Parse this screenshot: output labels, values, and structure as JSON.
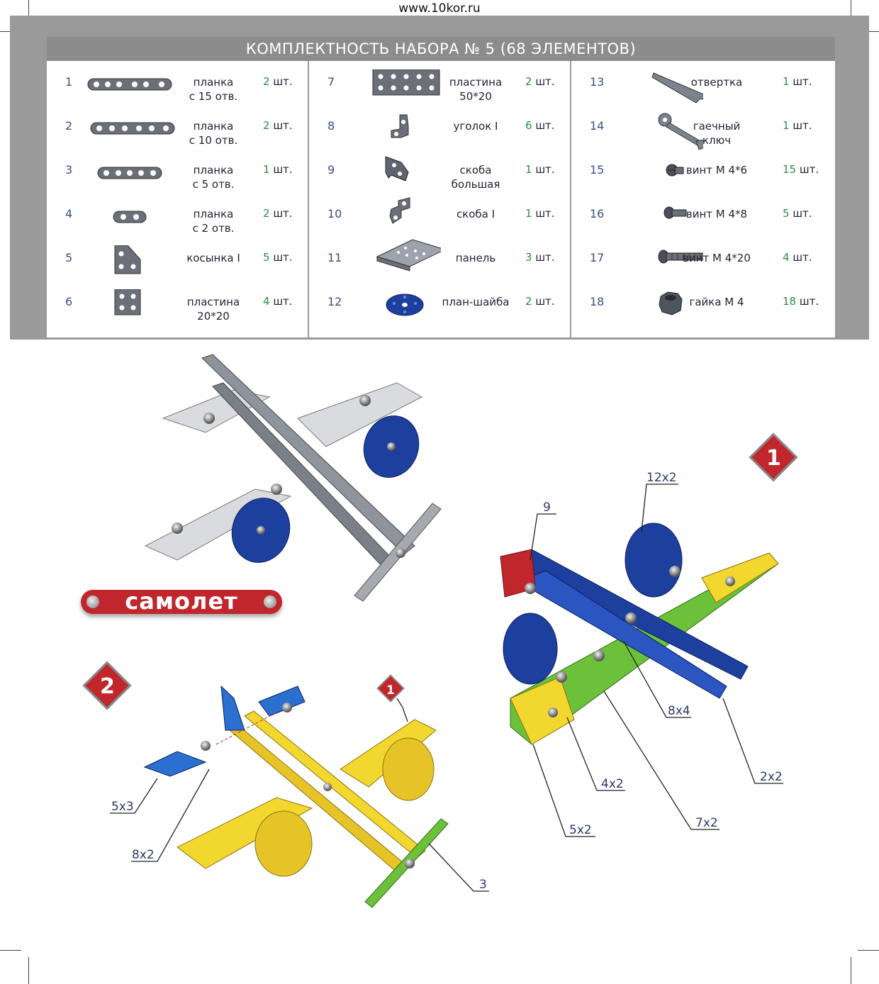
{
  "site_url": "www.10kor.ru",
  "title": "КОМПЛЕКТНОСТЬ НАБОРА № 5  (68 ЭЛЕМЕНТОВ)",
  "columns": [
    {
      "rows": [
        {
          "num": "1",
          "line1": "планка",
          "line2": "с 15 отв.",
          "qty": "2",
          "unit": "шт.",
          "icon": "strip-15-holes-icon"
        },
        {
          "num": "2",
          "line1": "планка",
          "line2": "с 10 отв.",
          "qty": "2",
          "unit": "шт.",
          "icon": "strip-10-holes-icon"
        },
        {
          "num": "3",
          "line1": "планка",
          "line2": "с 5 отв.",
          "qty": "1",
          "unit": "шт.",
          "icon": "strip-5-holes-icon"
        },
        {
          "num": "4",
          "line1": "планка",
          "line2": "с 2 отв.",
          "qty": "2",
          "unit": "шт.",
          "icon": "strip-2-holes-icon"
        },
        {
          "num": "5",
          "line1": "косынка I",
          "line2": "",
          "qty": "5",
          "unit": "шт.",
          "icon": "gusset-icon"
        },
        {
          "num": "6",
          "line1": "пластина",
          "line2": "20*20",
          "qty": "4",
          "unit": "шт.",
          "icon": "plate-20x20-icon"
        }
      ]
    },
    {
      "rows": [
        {
          "num": "7",
          "line1": "пластина",
          "line2": "50*20",
          "qty": "2",
          "unit": "шт.",
          "icon": "plate-50x20-icon"
        },
        {
          "num": "8",
          "line1": "уголок I",
          "line2": "",
          "qty": "6",
          "unit": "шт.",
          "icon": "angle-bracket-icon"
        },
        {
          "num": "9",
          "line1": "скоба",
          "line2": "большая",
          "qty": "1",
          "unit": "шт.",
          "icon": "large-bracket-icon"
        },
        {
          "num": "10",
          "line1": "скоба I",
          "line2": "",
          "qty": "1",
          "unit": "шт.",
          "icon": "bracket-icon"
        },
        {
          "num": "11",
          "line1": "панель",
          "line2": "",
          "qty": "3",
          "unit": "шт.",
          "icon": "panel-icon"
        },
        {
          "num": "12",
          "line1": "план-шайба",
          "line2": "",
          "qty": "2",
          "unit": "шт.",
          "icon": "wheel-washer-icon"
        }
      ]
    },
    {
      "rows": [
        {
          "num": "13",
          "line1": "отвертка",
          "line2": "",
          "qty": "1",
          "unit": "шт.",
          "icon": "screwdriver-icon"
        },
        {
          "num": "14",
          "line1": "гаечный",
          "line2": "ключ",
          "qty": "1",
          "unit": "шт.",
          "icon": "wrench-icon"
        },
        {
          "num": "15",
          "line1": "винт М 4*6",
          "line2": "",
          "qty": "15",
          "unit": "шт.",
          "icon": "screw-m4x6-icon"
        },
        {
          "num": "16",
          "line1": "винт М 4*8",
          "line2": "",
          "qty": "5",
          "unit": "шт.",
          "icon": "screw-m4x8-icon"
        },
        {
          "num": "17",
          "line1": "винт М 4*20",
          "line2": "",
          "qty": "4",
          "unit": "шт.",
          "icon": "screw-m4x20-icon"
        },
        {
          "num": "18",
          "line1": "гайка М 4",
          "line2": "",
          "qty": "18",
          "unit": "шт.",
          "icon": "nut-m4-icon"
        }
      ]
    }
  ],
  "model_name": "самолет",
  "steps": {
    "step1": {
      "badge": "1",
      "callouts": {
        "c1": "9",
        "c2": "12x2",
        "c3": "8x4",
        "c4": "2x2",
        "c5": "4x2",
        "c6": "7x2",
        "c7": "5x2"
      }
    },
    "step2": {
      "badge": "2",
      "ref_badge": "1",
      "callouts": {
        "c1": "5x3",
        "c2": "8x2",
        "c3": "3"
      }
    }
  },
  "colors": {
    "red": "#c0262b",
    "blue": "#1d3f9e",
    "yellow": "#f2d72e",
    "green": "#6cc13a",
    "grey": "#9a9a9a"
  }
}
